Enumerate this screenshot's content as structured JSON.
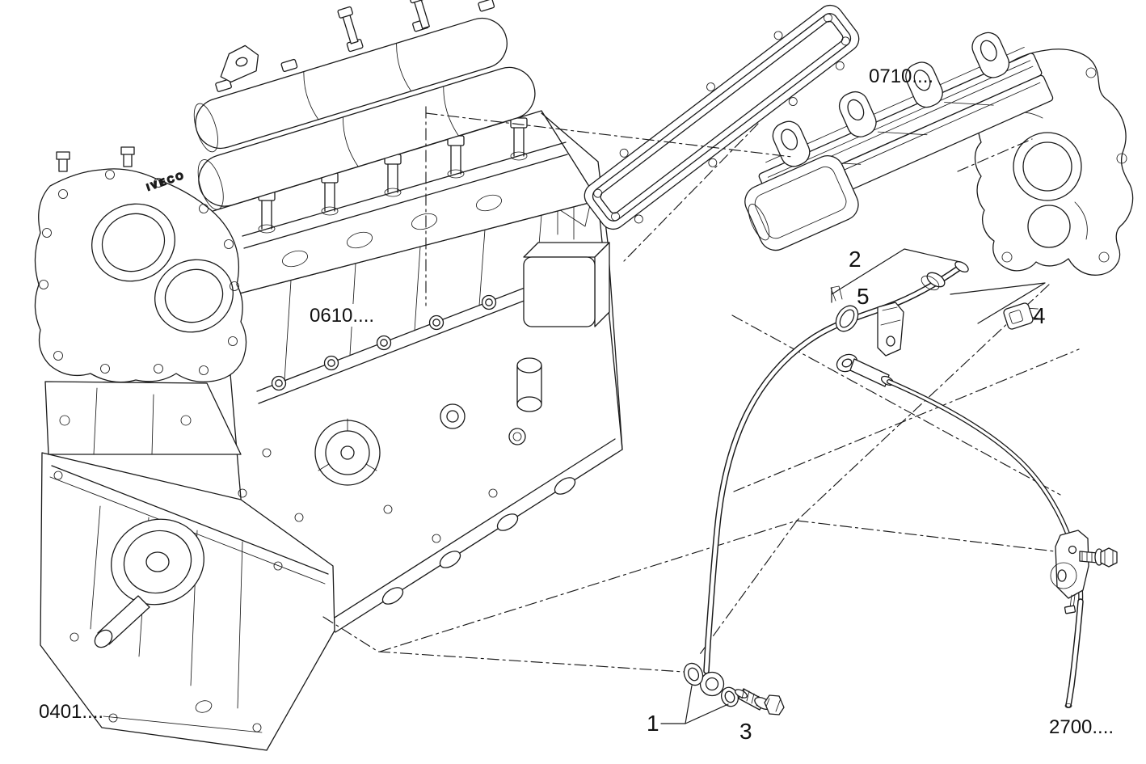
{
  "diagram": {
    "background_color": "#ffffff",
    "line_color": "#1a1a1a",
    "brand_text": "IVECO",
    "part_labels": [
      {
        "id": "0710",
        "text": "0710...."
      },
      {
        "id": "0610",
        "text": "0610...."
      },
      {
        "id": "0401",
        "text": "0401...."
      },
      {
        "id": "2700",
        "text": "2700...."
      }
    ],
    "callouts": [
      {
        "text": "1"
      },
      {
        "text": "2"
      },
      {
        "text": "3"
      },
      {
        "text": "4"
      },
      {
        "text": "5"
      }
    ]
  }
}
